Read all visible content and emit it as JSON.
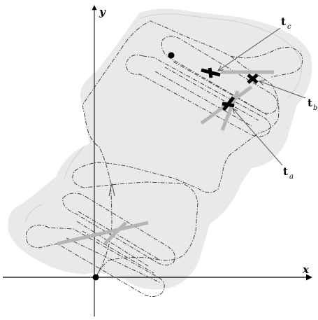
{
  "axes": {
    "x_label": "x",
    "y_label": "y"
  },
  "labels": {
    "tc": {
      "main": "t",
      "sub": "c"
    },
    "tb": {
      "main": "t",
      "sub": "b"
    },
    "ta": {
      "main": "t",
      "sub": "a"
    }
  },
  "colors": {
    "background": "#ffffff",
    "halo": "#e6e6e6",
    "path": "#333333",
    "gray_marks": "#b5b5b5",
    "black_marks": "#000000"
  }
}
